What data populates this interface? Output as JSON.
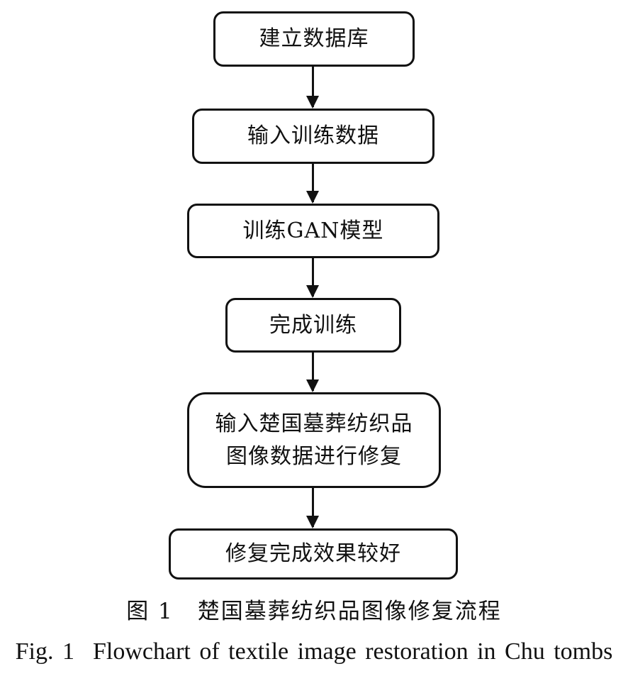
{
  "flowchart": {
    "steps": [
      {
        "lines": [
          "建立数据库"
        ]
      },
      {
        "lines": [
          "输入训练数据"
        ]
      },
      {
        "lines": [
          "训练GAN模型"
        ]
      },
      {
        "lines": [
          "完成训练"
        ]
      },
      {
        "lines": [
          "输入楚国墓葬纺织品",
          "图像数据进行修复"
        ]
      },
      {
        "lines": [
          "修复完成效果较好"
        ]
      }
    ]
  },
  "caption": {
    "zh_number": "图 1",
    "zh_title": "楚国墓葬纺织品图像修复流程",
    "en_number": "Fig. 1",
    "en_title": "Flowchart of textile image restoration in Chu tombs"
  }
}
